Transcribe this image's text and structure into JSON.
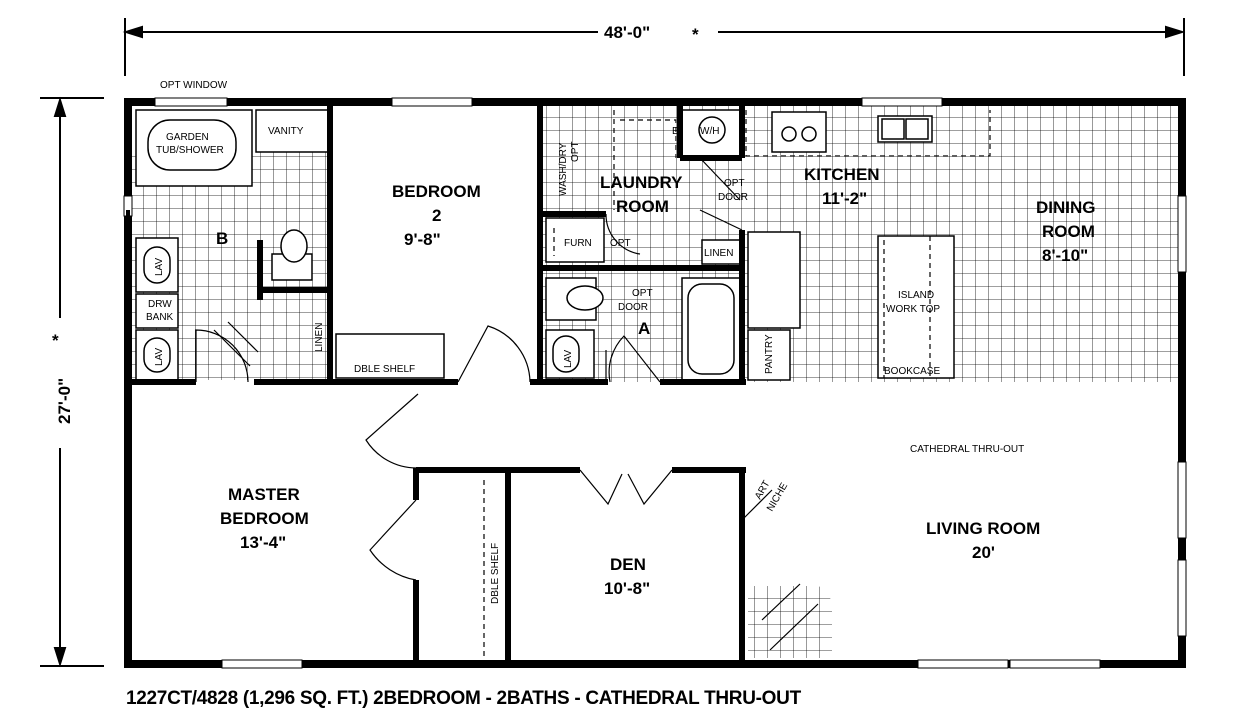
{
  "dimensions": {
    "width": "48'-0\"",
    "depth": "27'-0\"",
    "mark": "*"
  },
  "rooms": {
    "bedroom2": {
      "name": "BEDROOM",
      "number": "2",
      "size": "9'-8\""
    },
    "laundry": {
      "line1": "LAUNDRY",
      "line2": "ROOM"
    },
    "kitchen": {
      "name": "KITCHEN",
      "size": "11'-2\""
    },
    "dining": {
      "line1": "DINING",
      "line2": "ROOM",
      "size": "8'-10\""
    },
    "master": {
      "line1": "MASTER",
      "line2": "BEDROOM",
      "size": "13'-4\""
    },
    "den": {
      "name": "DEN",
      "size": "10'-8\""
    },
    "living": {
      "name": "LIVING ROOM",
      "size": "20'"
    }
  },
  "labels": {
    "opt_window": "OPT WINDOW",
    "garden_tub_1": "GARDEN",
    "garden_tub_2": "TUB/SHOWER",
    "vanity": "VANITY",
    "bath_b": "B",
    "bath_a": "A",
    "lav": "LAV",
    "drw_1": "DRW",
    "drw_2": "BANK",
    "linen": "LINEN",
    "dble_shelf": "DBLE SHELF",
    "wash_dry_1": "WASH/DRY",
    "wash_dry_2": "OPT",
    "e": "E",
    "wh": "W/H",
    "opt": "OPT",
    "door": "DOOR",
    "furn": "FURN",
    "island_1": "ISLAND",
    "island_2": "WORK TOP",
    "bookcase": "BOOKCASE",
    "pantry": "PANTRY",
    "cathedral": "CATHEDRAL THRU-OUT",
    "art_1": "ART",
    "art_2": "NICHE"
  },
  "caption": "1227CT/4828 (1,296 SQ. FT.) 2BEDROOM - 2BATHS - CATHEDRAL THRU-OUT"
}
